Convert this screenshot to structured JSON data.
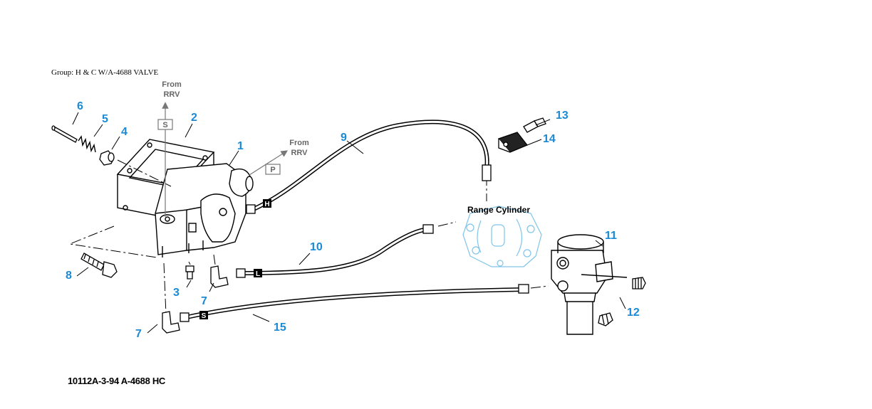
{
  "header": {
    "group": "Group: H & C W/A-4688 VALVE"
  },
  "footer": {
    "doc_id": "10112A-3-94 A-4688 HC"
  },
  "notes": {
    "from_rrv_top": [
      "From",
      "RRV"
    ],
    "from_rrv_right": [
      "From",
      "RRV"
    ],
    "tag_s_top": "S",
    "tag_p": "P",
    "range_cylinder": "Range Cylinder"
  },
  "hose_tags": {
    "h": "H",
    "l": "L",
    "s": "S"
  },
  "callouts": {
    "c1": "1",
    "c2": "2",
    "c3": "3",
    "c4": "4",
    "c5": "5",
    "c6": "6",
    "c7a": "7",
    "c7b": "7",
    "c8": "8",
    "c9": "9",
    "c10": "10",
    "c11": "11",
    "c12": "12",
    "c13": "13",
    "c14": "14",
    "c15": "15"
  },
  "colors": {
    "callout": "#1a8ad4",
    "note": "#666666",
    "range_cylinder_outline": "#7fc4ea"
  }
}
